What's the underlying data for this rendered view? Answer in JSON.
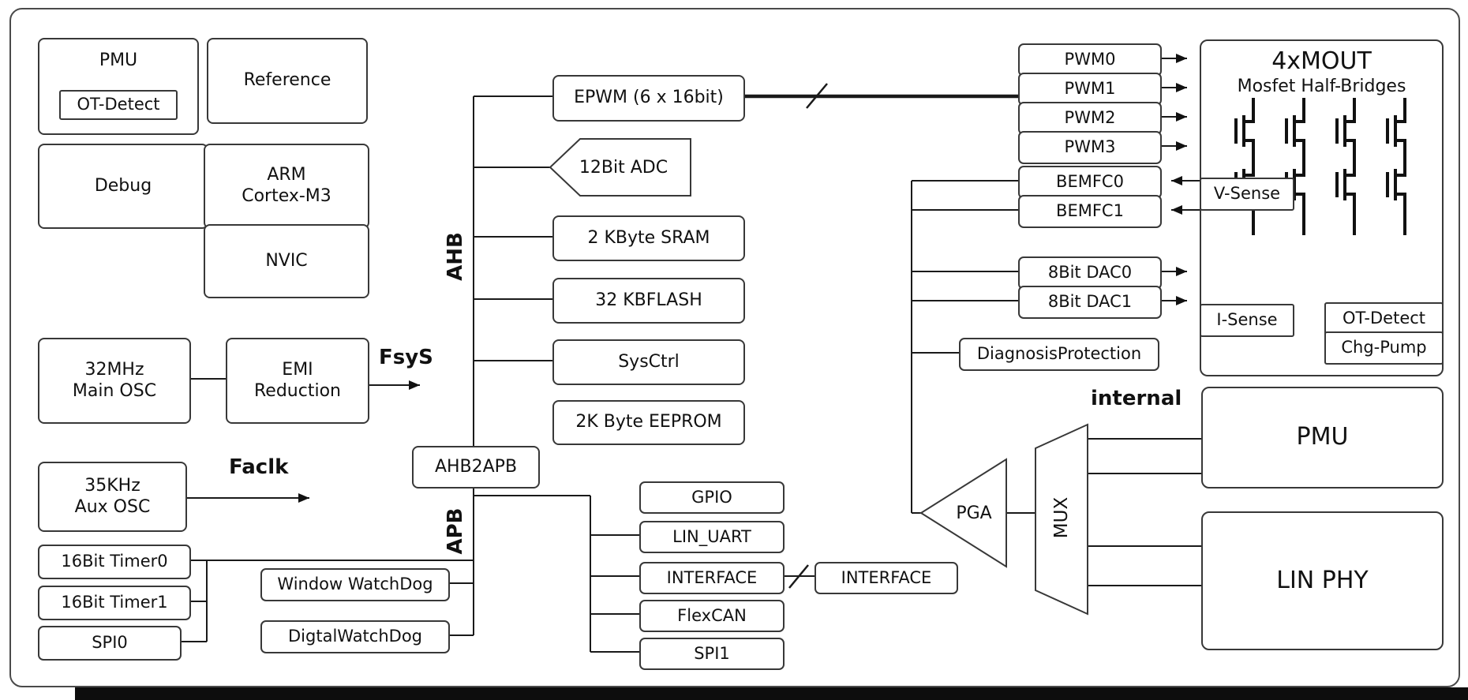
{
  "blocks": {
    "pmu_top": "PMU",
    "pmu_ot_detect": "OT-Detect",
    "reference": "Reference",
    "debug": "Debug",
    "arm_cortex": "ARM\nCortex-M3",
    "nvic": "NVIC",
    "main_osc": "32MHz\nMain OSC",
    "emi_reduction": "EMI\nReduction",
    "aux_osc": "35KHz\nAux OSC",
    "timer0": "16Bit Timer0",
    "timer1": "16Bit Timer1",
    "spi0": "SPI0",
    "epwm": "EPWM (6 x 16bit)",
    "adc": "12Bit ADC",
    "sram": "2 KByte SRAM",
    "flash": "32 KBFLASH",
    "sysctrl": "SysCtrl",
    "eeprom": "2K Byte EEPROM",
    "ahb2apb": "AHB2APB",
    "window_watchdog": "Window WatchDog",
    "digital_watchdog": "DigtalWatchDog",
    "gpio": "GPIO",
    "lin_uart": "LIN_UART",
    "interface_apb": "INTERFACE",
    "flexcan": "FlexCAN",
    "spi1": "SPI1",
    "interface_analog": "INTERFACE",
    "pwm0": "PWM0",
    "pwm1": "PWM1",
    "pwm2": "PWM2",
    "pwm3": "PWM3",
    "bemfc0": "BEMFC0",
    "bemfc1": "BEMFC1",
    "dac0": "8Bit DAC0",
    "dac1": "8Bit DAC1",
    "diagnosis_protection": "DiagnosisProtection",
    "mout_title": "4xMOUT",
    "mout_subtitle": "Mosfet Half-Bridges",
    "v_sense": "V-Sense",
    "i_sense": "I-Sense",
    "ot_detect_right": "OT-Detect",
    "chg_pump": "Chg-Pump",
    "pga": "PGA",
    "mux": "MUX",
    "pmu_right": "PMU",
    "lin_phy": "LIN PHY"
  },
  "labels": {
    "ahb_bus": "AHB",
    "apb_bus": "APB",
    "fsys": "FsyS",
    "faclk": "Faclk",
    "internal": "internal"
  },
  "colors": {
    "line": "#1a1a1a",
    "box_border": "#383838",
    "text": "#111111",
    "background": "#ffffff"
  }
}
